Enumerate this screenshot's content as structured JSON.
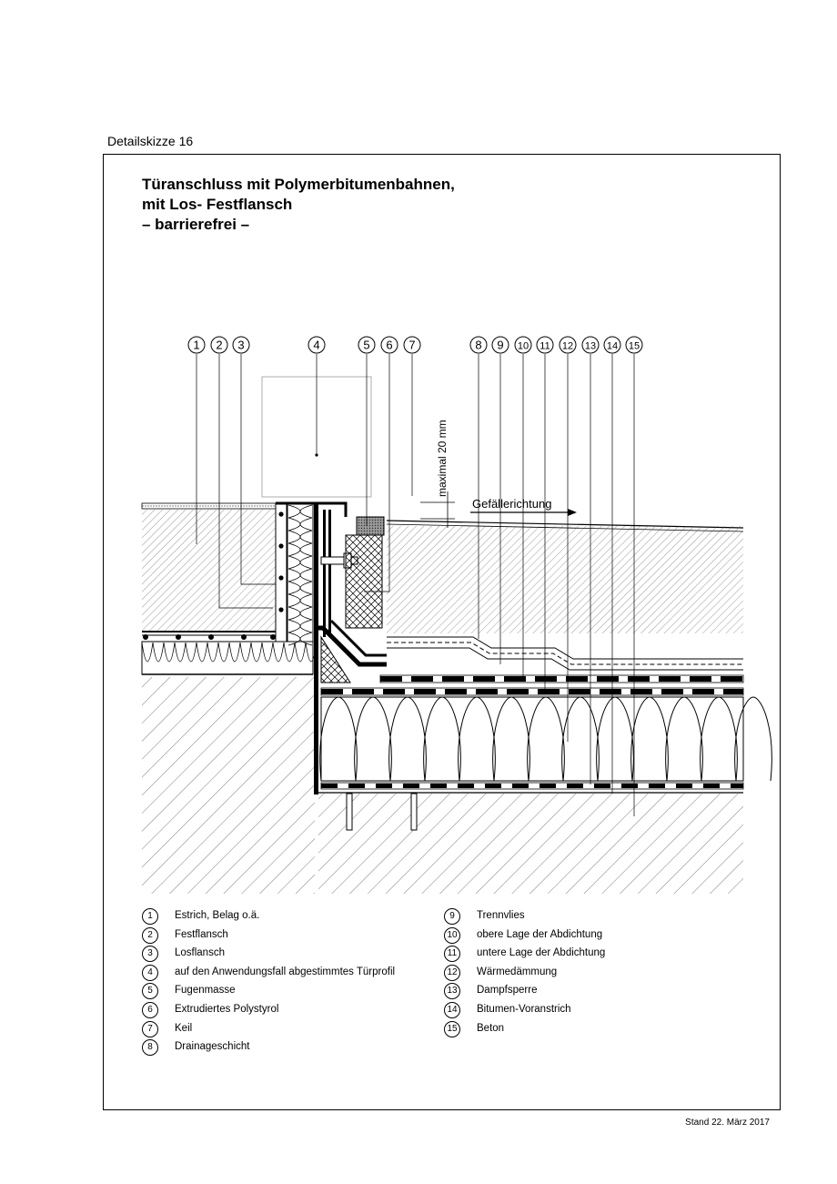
{
  "header": {
    "label": "Detailskizze 16"
  },
  "title": {
    "line1": "Türanschluss mit Polymerbitumenbahnen,",
    "line2": "mit Los- Festflansch",
    "line3": "– barrierefrei –"
  },
  "drawing": {
    "callouts": [
      "1",
      "2",
      "3",
      "4",
      "5",
      "6",
      "7",
      "8",
      "9",
      "10",
      "11",
      "12",
      "13",
      "14",
      "15"
    ],
    "dimension_label": "maximal 20 mm",
    "slope_label": "Gefällerichtung"
  },
  "legend": {
    "left": [
      {
        "num": "1",
        "text": "Estrich, Belag o.ä."
      },
      {
        "num": "2",
        "text": "Festflansch"
      },
      {
        "num": "3",
        "text": "Losflansch"
      },
      {
        "num": "4",
        "text": "auf den Anwendungsfall abgestimmtes Türprofil"
      },
      {
        "num": "5",
        "text": "Fugenmasse"
      },
      {
        "num": "6",
        "text": "Extrudiertes Polystyrol"
      },
      {
        "num": "7",
        "text": "Keil"
      },
      {
        "num": "8",
        "text": "Drainageschicht"
      }
    ],
    "right": [
      {
        "num": "9",
        "text": "Trennvlies"
      },
      {
        "num": "10",
        "text": "obere Lage der Abdichtung"
      },
      {
        "num": "11",
        "text": "untere Lage der Abdichtung"
      },
      {
        "num": "12",
        "text": "Wärmedämmung"
      },
      {
        "num": "13",
        "text": "Dampfsperre"
      },
      {
        "num": "14",
        "text": "Bitumen-Voranstrich"
      },
      {
        "num": "15",
        "text": "Beton"
      }
    ]
  },
  "footer": {
    "stand": "Stand 22. März 2017"
  }
}
